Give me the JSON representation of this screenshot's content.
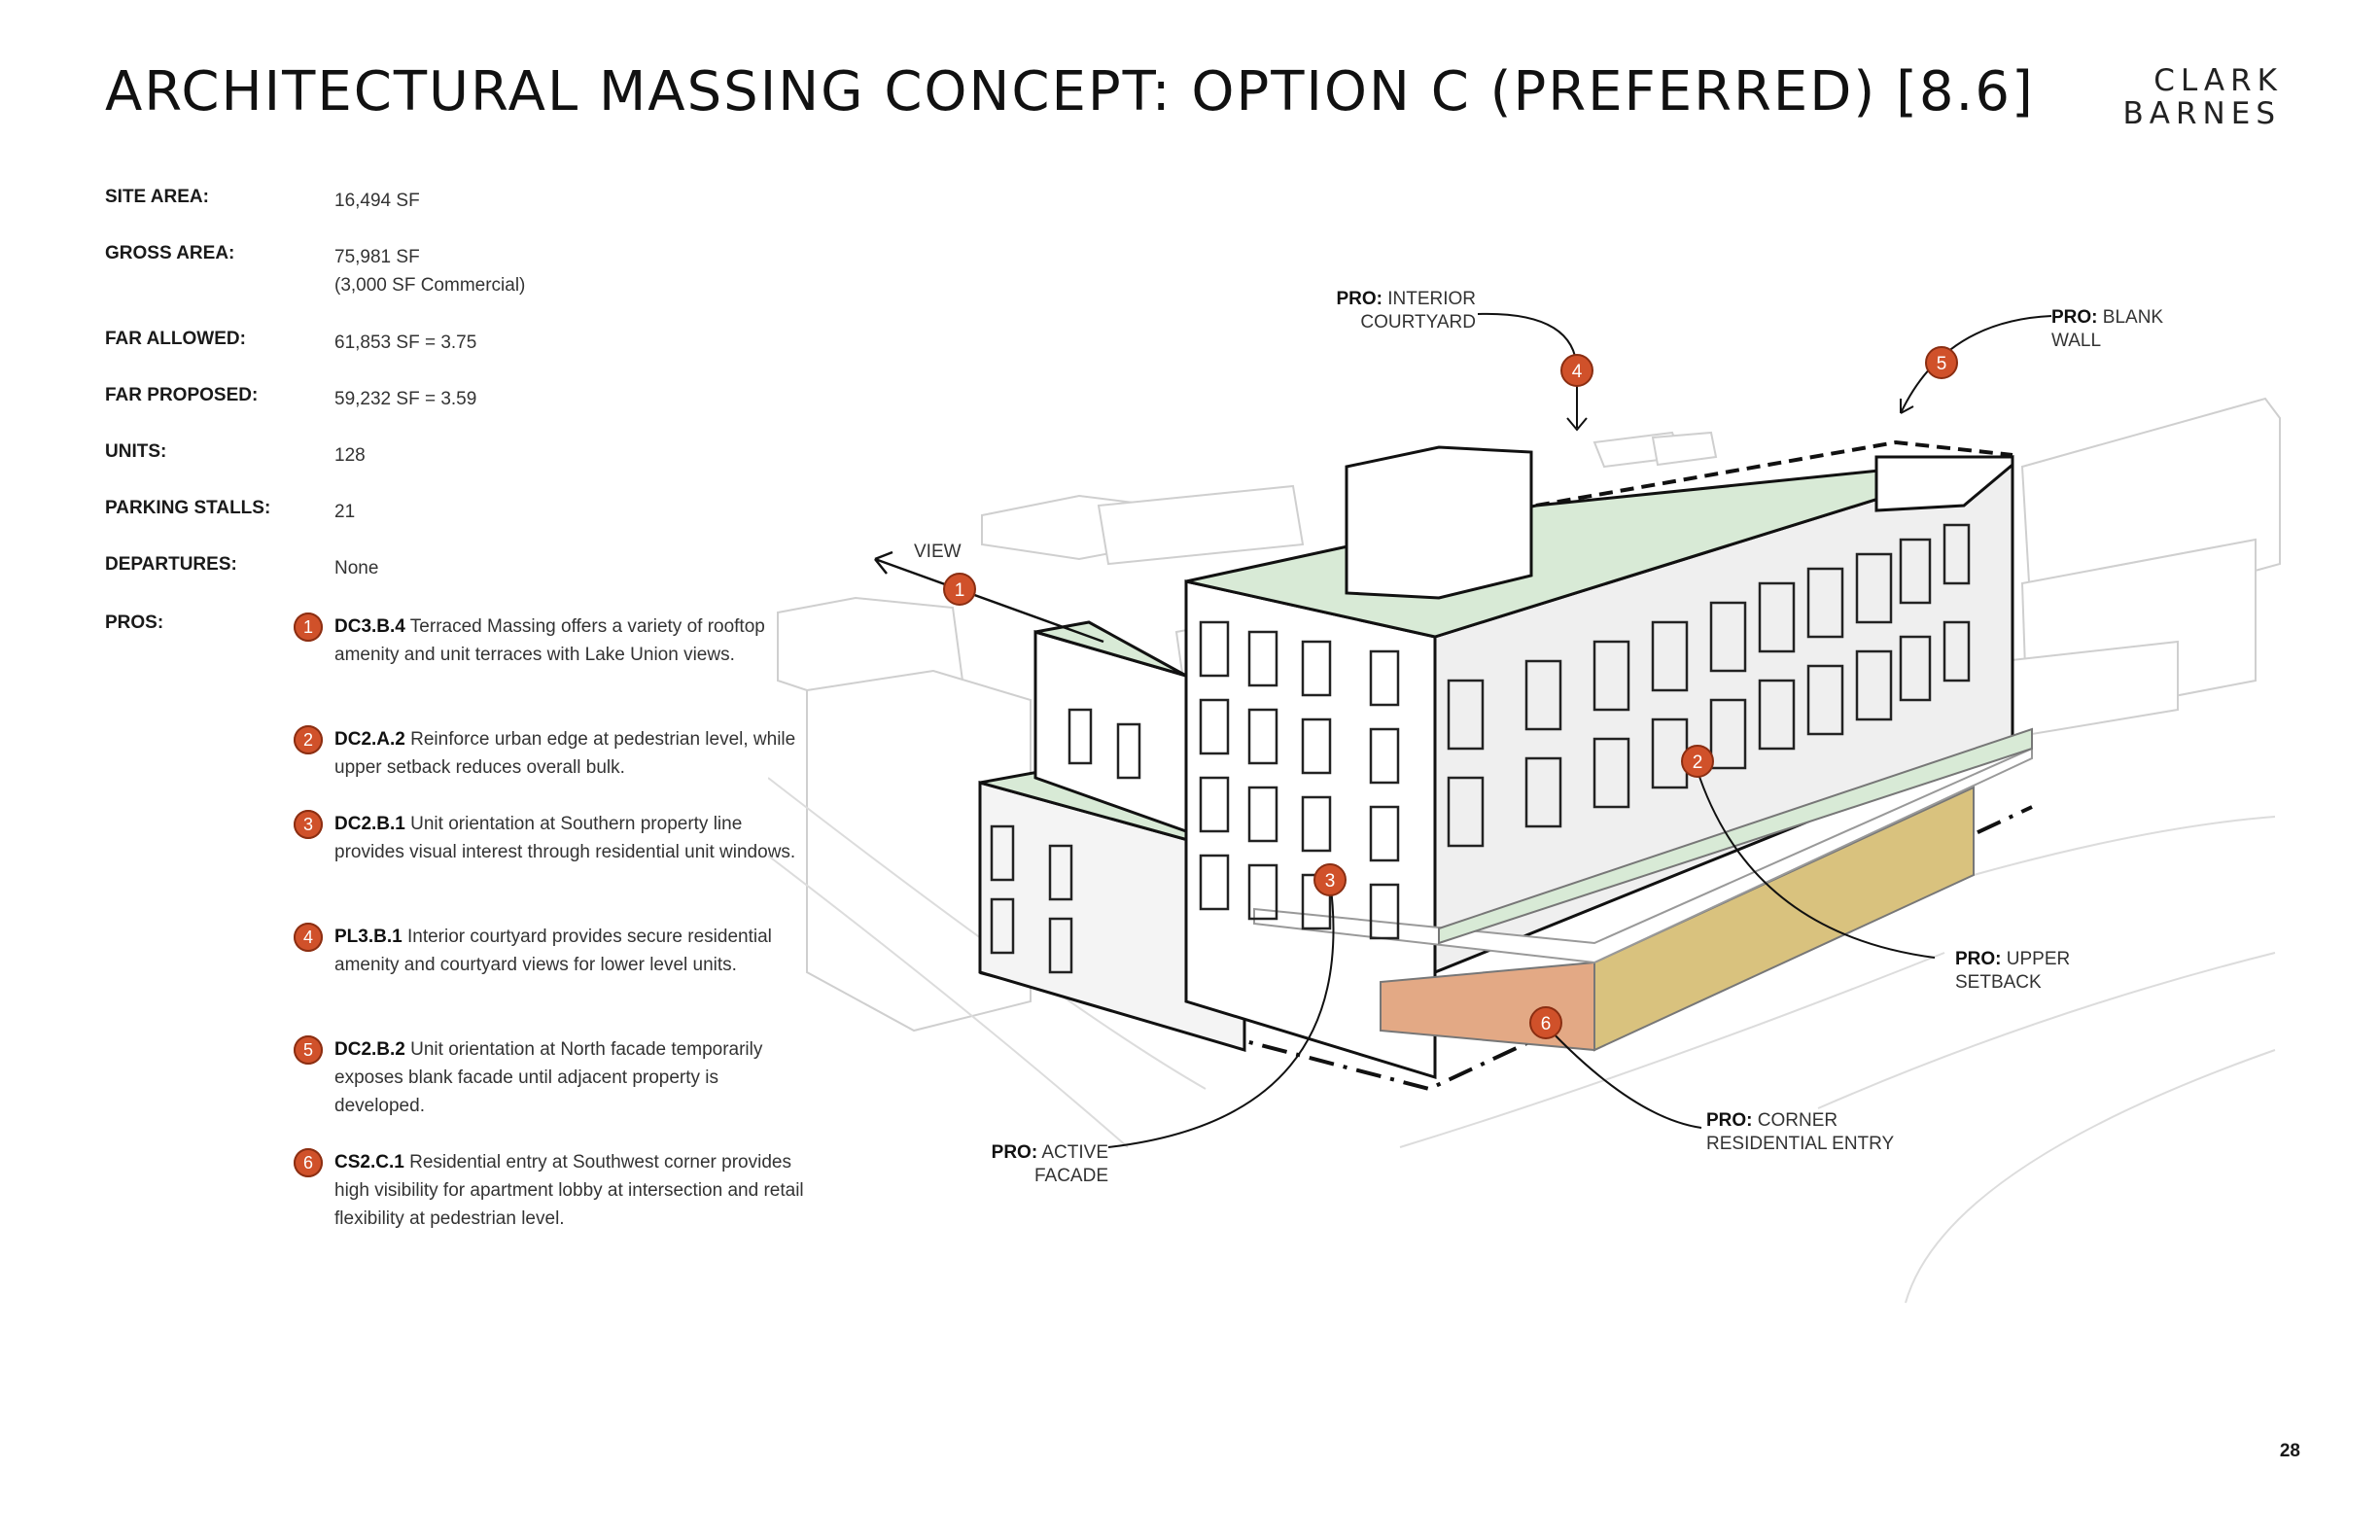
{
  "title": "ARCHITECTURAL MASSING CONCEPT: OPTION C (PREFERRED) [8.6]",
  "logo": {
    "line1": "CLARK",
    "line2": "BARNES"
  },
  "stats": [
    {
      "label": "SITE AREA:",
      "value": "16,494 SF",
      "value2": ""
    },
    {
      "label": "GROSS AREA:",
      "value": "75,981 SF",
      "value2": "(3,000 SF Commercial)"
    },
    {
      "label": "FAR ALLOWED:",
      "value": "61,853 SF = 3.75",
      "value2": ""
    },
    {
      "label": "FAR PROPOSED:",
      "value": "59,232 SF = 3.59",
      "value2": ""
    },
    {
      "label": "UNITS:",
      "value": "128",
      "value2": ""
    },
    {
      "label": "PARKING STALLS:",
      "value": "21",
      "value2": ""
    },
    {
      "label": "DEPARTURES:",
      "value": "None",
      "value2": ""
    }
  ],
  "pros_label": "PROS:",
  "pros": [
    {
      "num": "1",
      "code": "DC3.B.4",
      "text": "Terraced Massing offers a variety of rooftop amenity and unit terraces with Lake Union views."
    },
    {
      "num": "2",
      "code": "DC2.A.2",
      "text": "Reinforce urban edge at pedestrian level, while upper setback reduces overall bulk."
    },
    {
      "num": "3",
      "code": "DC2.B.1",
      "text": "Unit orientation at Southern property line provides visual interest through residential unit windows."
    },
    {
      "num": "4",
      "code": "PL3.B.1",
      "text": "Interior courtyard provides secure residential amenity and courtyard views for lower level units."
    },
    {
      "num": "5",
      "code": "DC2.B.2",
      "text": "Unit orientation at North facade temporarily exposes blank facade until adjacent property is developed."
    },
    {
      "num": "6",
      "code": "CS2.C.1",
      "text": "Residential entry at Southwest corner provides high visibility for apartment lobby at intersection and retail flexibility at pedestrian level."
    }
  ],
  "callouts": {
    "view": "VIEW",
    "courtyard": {
      "pro": "PRO:",
      "l1": "INTERIOR",
      "l2": "COURTYARD"
    },
    "blank": {
      "pro": "PRO:",
      "l1": "BLANK",
      "l2": "WALL"
    },
    "setback": {
      "pro": "PRO:",
      "l1": "UPPER",
      "l2": "SETBACK"
    },
    "corner": {
      "pro": "PRO:",
      "l1": "CORNER",
      "l2": "RESIDENTIAL ENTRY"
    },
    "active": {
      "pro": "PRO:",
      "l1": "ACTIVE",
      "l2": "FACADE"
    }
  },
  "colors": {
    "badge": "#d0512a",
    "roof_green": "#d8ead6",
    "retail_gold": "#d9c27e",
    "entry_orange": "#e3a985"
  },
  "page_number": "28"
}
